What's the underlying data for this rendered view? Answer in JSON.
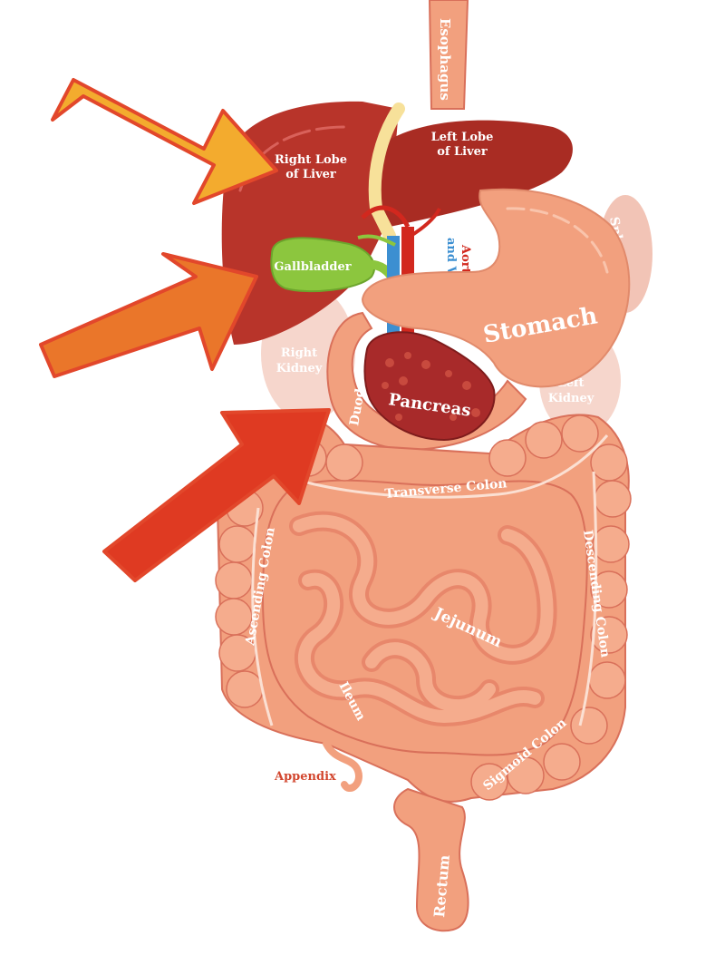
{
  "labels": {
    "esophagus": "Esophagus",
    "right_lobe_line1": "Right Lobe",
    "right_lobe_line2": "of Liver",
    "left_lobe_line1": "Left Lobe",
    "left_lobe_line2": "of Liver",
    "gallbladder": "Gallbladder",
    "aorta": "Aorta",
    "and_vein": "and Vein",
    "spleen": "Spleen",
    "stomach": "Stomach",
    "right_kidney_line1": "Right",
    "right_kidney_line2": "Kidney",
    "left_kidney_line1": "Left",
    "left_kidney_line2": "Kidney",
    "duodenum": "Duodenum",
    "pancreas": "Pancreas",
    "transverse_colon": "Transverse Colon",
    "ascending_colon": "Ascending Colon",
    "descending_colon": "Descending Colon",
    "jejunum": "Jejunum",
    "ileum": "Ileum",
    "appendix": "Appendix",
    "sigmoid_colon": "Sigmoid Colon",
    "rectum": "Rectum"
  },
  "colors": {
    "liver": "#b8342a",
    "liver_dark": "#8f2218",
    "gallbladder": "#8cc63e",
    "intestine": "#f2a07e",
    "intestine_dark": "#d9705a",
    "pancreas": "#a82a2a",
    "kidney": "#f6d6cc",
    "aorta": "#d2281e",
    "vein": "#3c8fd1",
    "bile": "#f7e19a",
    "arrow_yellow": "#f3ab2e",
    "arrow_orange": "#ea762a",
    "arrow_red": "#df3a22",
    "arrow_stroke": "#e2472b",
    "appendix_label": "#d2462e",
    "aorta_label": "#d2281e",
    "vein_label": "#3c8fd1"
  },
  "arrows": [
    {
      "name": "arrow-right-lobe",
      "color": "arrow_yellow"
    },
    {
      "name": "arrow-gallbladder",
      "color": "arrow_orange"
    },
    {
      "name": "arrow-duodenum",
      "color": "arrow_red"
    }
  ]
}
